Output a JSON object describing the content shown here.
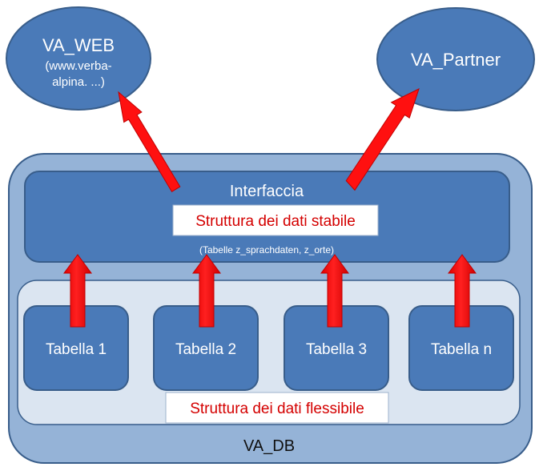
{
  "nodes": {
    "va_web": {
      "title": "VA_WEB",
      "sub1": "(www.verba-",
      "sub2": "alpina. ...)"
    },
    "va_partner": {
      "title": "VA_Partner"
    },
    "interface": {
      "title": "Interfaccia",
      "stable_label": "Struttura dei dati stabile",
      "tables_note": "(Tabelle z_sprachdaten, z_orte)"
    },
    "tables": [
      "Tabella 1",
      "Tabella 2",
      "Tabella 3",
      "Tabella n"
    ],
    "flexible_label": "Struttura dei dati flessibile",
    "db_label": "VA_DB"
  },
  "colors": {
    "blue_dark": "#4a7ab8",
    "blue_mid": "#95b3d7",
    "blue_light": "#dbe5f1",
    "border": "#385d8a",
    "arrow": "#ff0000",
    "arrow_border": "#c00000",
    "label_red": "#d40000"
  }
}
